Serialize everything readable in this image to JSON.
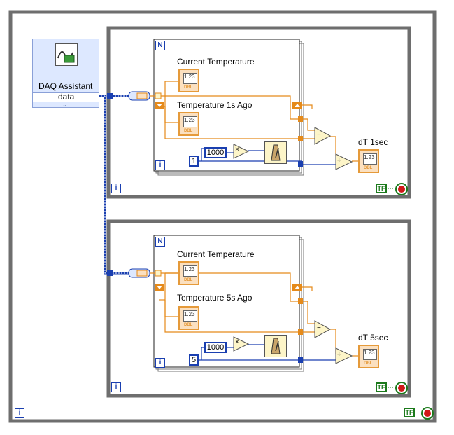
{
  "daq": {
    "title": "DAQ Assistant",
    "output": "data"
  },
  "loop1": {
    "current_label": "Current Temperature",
    "previous_label": "Temperature 1s Ago",
    "dt_label": "dT 1sec",
    "wait_ms": "1000",
    "seconds": "1"
  },
  "loop2": {
    "current_label": "Current Temperature",
    "previous_label": "Temperature 5s Ago",
    "dt_label": "dT 5sec",
    "wait_ms": "1000",
    "seconds": "5"
  },
  "glyphs": {
    "for_count": "N",
    "iteration": "i",
    "indicator_value": "1.23",
    "indicator_type": "DBL",
    "stop_terminal": "TF",
    "subtract": "−",
    "divide": "÷",
    "multiply": "×"
  },
  "colors": {
    "while_loop": "#6e6e6e",
    "numeric_wire": "#e58a1a",
    "int_wire": "#1a3fb0",
    "dynamic_wire": "#1a3fb0",
    "boolean": "#1c7a1c"
  }
}
